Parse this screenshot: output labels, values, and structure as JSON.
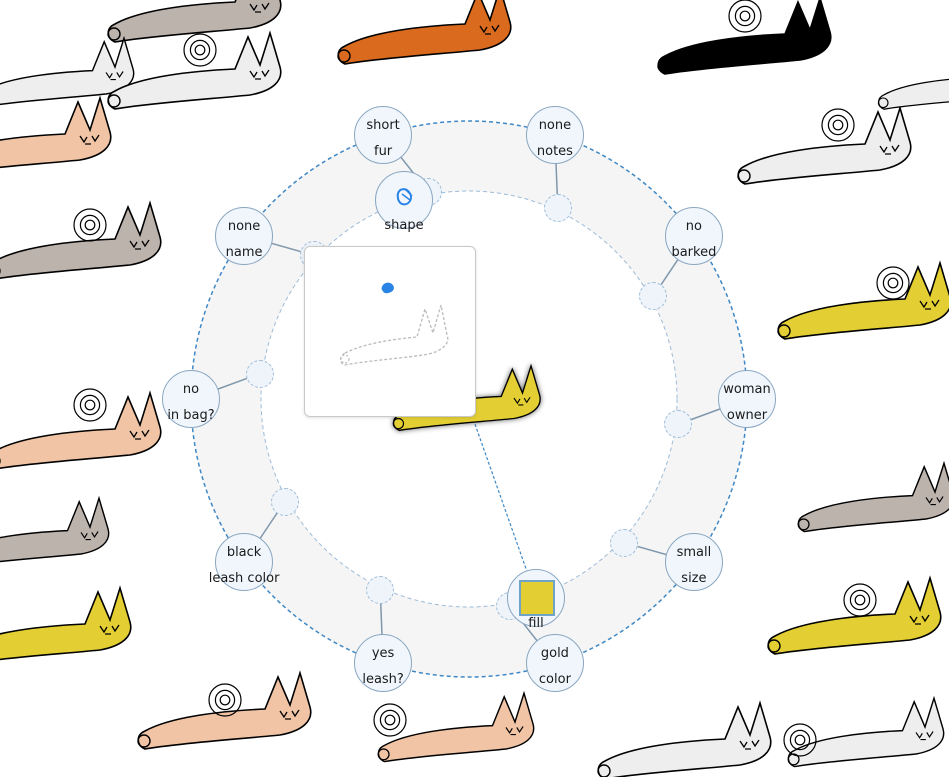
{
  "attributes": [
    {
      "id": "fur",
      "value": "short",
      "label": "fur"
    },
    {
      "id": "notes",
      "value": "none",
      "label": "notes"
    },
    {
      "id": "barked",
      "value": "no",
      "label": "barked"
    },
    {
      "id": "owner",
      "value": "woman",
      "label": "owner"
    },
    {
      "id": "size",
      "value": "small",
      "label": "size"
    },
    {
      "id": "color",
      "value": "gold",
      "label": "color"
    },
    {
      "id": "leash",
      "value": "yes",
      "label": "leash?"
    },
    {
      "id": "leash_color",
      "value": "black",
      "label": "leash color"
    },
    {
      "id": "in_bag",
      "value": "no",
      "label": "in bag?"
    },
    {
      "id": "name",
      "value": "none",
      "label": "name"
    }
  ],
  "shape_label": "shape",
  "fill_label": "fill",
  "fill_color": "#e3cf33",
  "colors": {
    "ring_fill": "#f5f5f5",
    "ring_dash": "#3f88c5",
    "node_fill": "#f0f6fc",
    "gold": "#e3cf33",
    "tan": "#f0c4a4",
    "gray": "#bdb3ad",
    "white": "#eeeeee",
    "orange": "#d96a1e",
    "black": "#000000",
    "preview_blue": "#2a84e6"
  }
}
